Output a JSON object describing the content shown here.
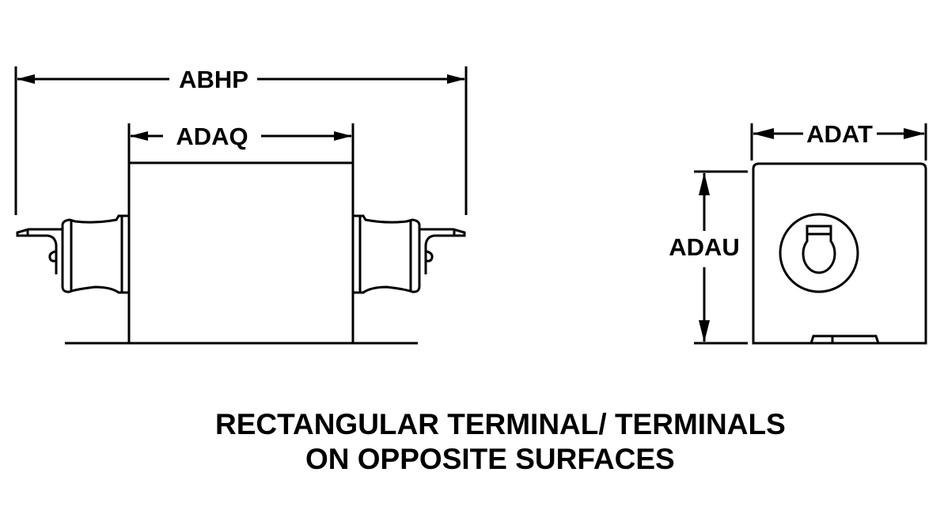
{
  "diagram": {
    "dimensions": {
      "overall_length": "ABHP",
      "body_length": "ADAQ",
      "end_width": "ADAT",
      "end_height": "ADAU"
    },
    "caption": {
      "line1": "RECTANGULAR TERMINAL/ TERMINALS",
      "line2": "ON OPPOSITE SURFACES"
    },
    "colors": {
      "ink": "#000000",
      "background": "#ffffff"
    }
  }
}
